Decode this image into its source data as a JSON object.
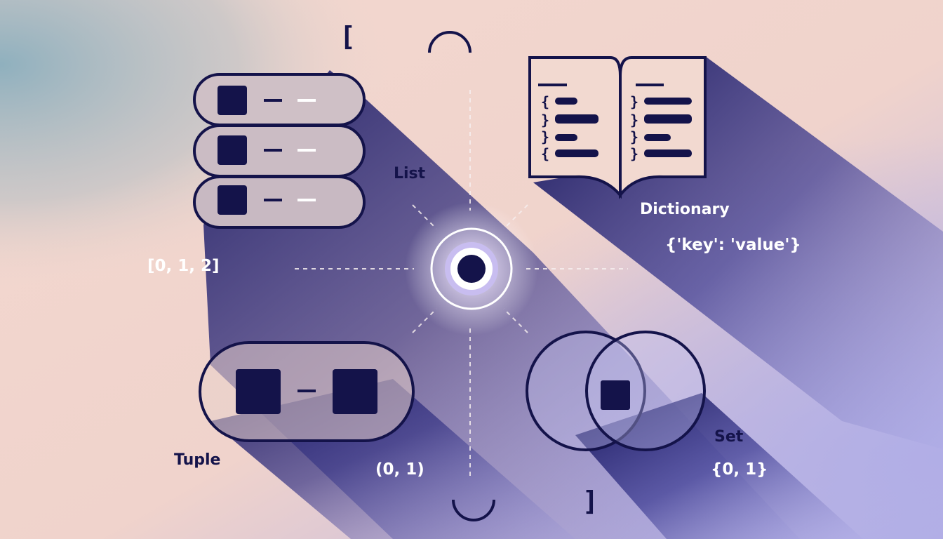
{
  "labels": {
    "list": "List",
    "list_example": "[0, 1, 2]",
    "dictionary": "Dictionary",
    "dictionary_example": "{'key': 'value'}",
    "tuple": "Tuple",
    "tuple_example": "(0, 1)",
    "set": "Set",
    "set_example": "{0, 1}"
  },
  "brackets": {
    "open": "[",
    "close": "]"
  },
  "colors": {
    "ink": "#14134a",
    "shadow": "#262575",
    "pill_fill": "#cfc0c6",
    "page_fill": "#f2d9d0",
    "background_teal": "#8fb0be",
    "background_peach": "#f3d8cf",
    "background_lavender": "#b3b0e6"
  }
}
